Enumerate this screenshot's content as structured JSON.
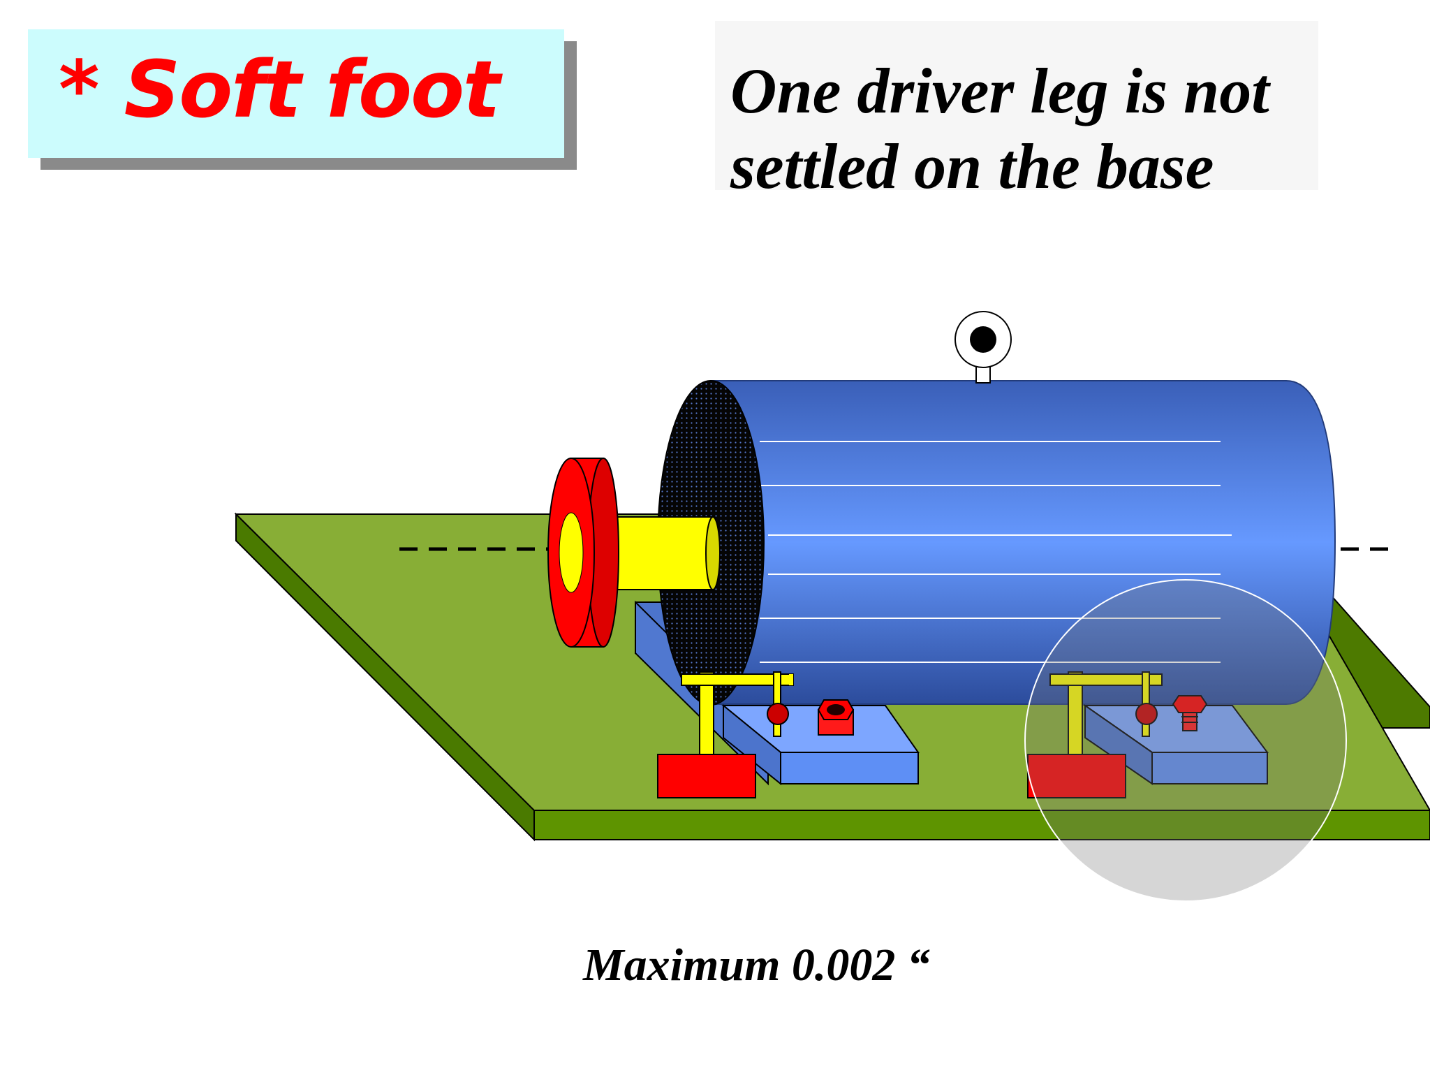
{
  "title": {
    "text": "* Soft foot"
  },
  "description": {
    "line1": "One driver leg is not",
    "line2": "settled on the base"
  },
  "caption": {
    "text": "Maximum 0.002 “"
  },
  "colors": {
    "title_text": "#ff0000",
    "title_box": "#ccfcfd",
    "base_plate": "#88ae36",
    "motor_body": "#5e8ff5",
    "coupling": "#ff0000",
    "shaft": "#ffff00",
    "shim_block": "#5e8ff5",
    "indicator_stand": "#ffff00"
  }
}
